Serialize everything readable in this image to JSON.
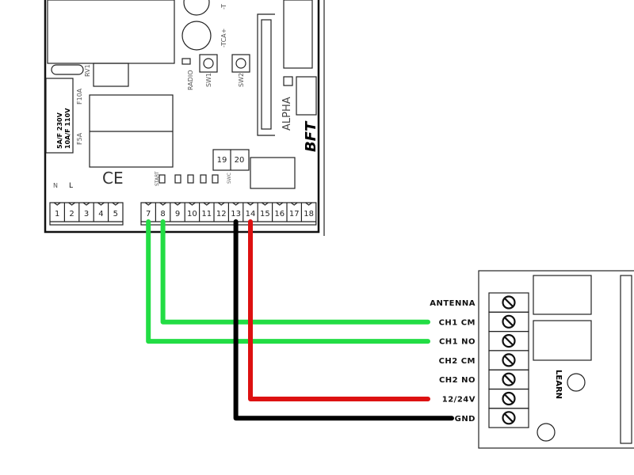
{
  "board": {
    "brand_logo": "BFT",
    "model": "ALPHA",
    "fuse_text_1": "5A/F  230V",
    "fuse_text_2": "10A/F 110V",
    "fuse_f10a": "F10A",
    "fuse_f5a": "F5A",
    "rv1": "RV1",
    "radio": "RADIO",
    "sw1": "SW1",
    "sw2": "SW2",
    "tca": "-TCA+",
    "tcr": "-T",
    "ce_mark": "CE",
    "n_label": "N",
    "l_label": "L",
    "start_label": "START",
    "swc_label": "SWC",
    "aux_terminals": [
      "19",
      "20"
    ],
    "terminals_left": [
      "1",
      "2",
      "3",
      "4",
      "5"
    ],
    "terminals_right": [
      "7",
      "8",
      "9",
      "10",
      "11",
      "12",
      "13",
      "14",
      "15",
      "16",
      "17",
      "18"
    ]
  },
  "receiver": {
    "terminal_labels": [
      "ANTENNA",
      "CH1 CM",
      "CH1 NO",
      "CH2 CM",
      "CH2 NO",
      "12/24V",
      "GND"
    ],
    "learn_label": "LEARN"
  },
  "wires": [
    {
      "from": "7",
      "to": "CH1 NO",
      "color": "#22dd44"
    },
    {
      "from": "8",
      "to": "CH1 CM",
      "color": "#22dd44"
    },
    {
      "from": "13",
      "to": "GND",
      "color": "#000000"
    },
    {
      "from": "14",
      "to": "12/24V",
      "color": "#dd1111"
    }
  ]
}
